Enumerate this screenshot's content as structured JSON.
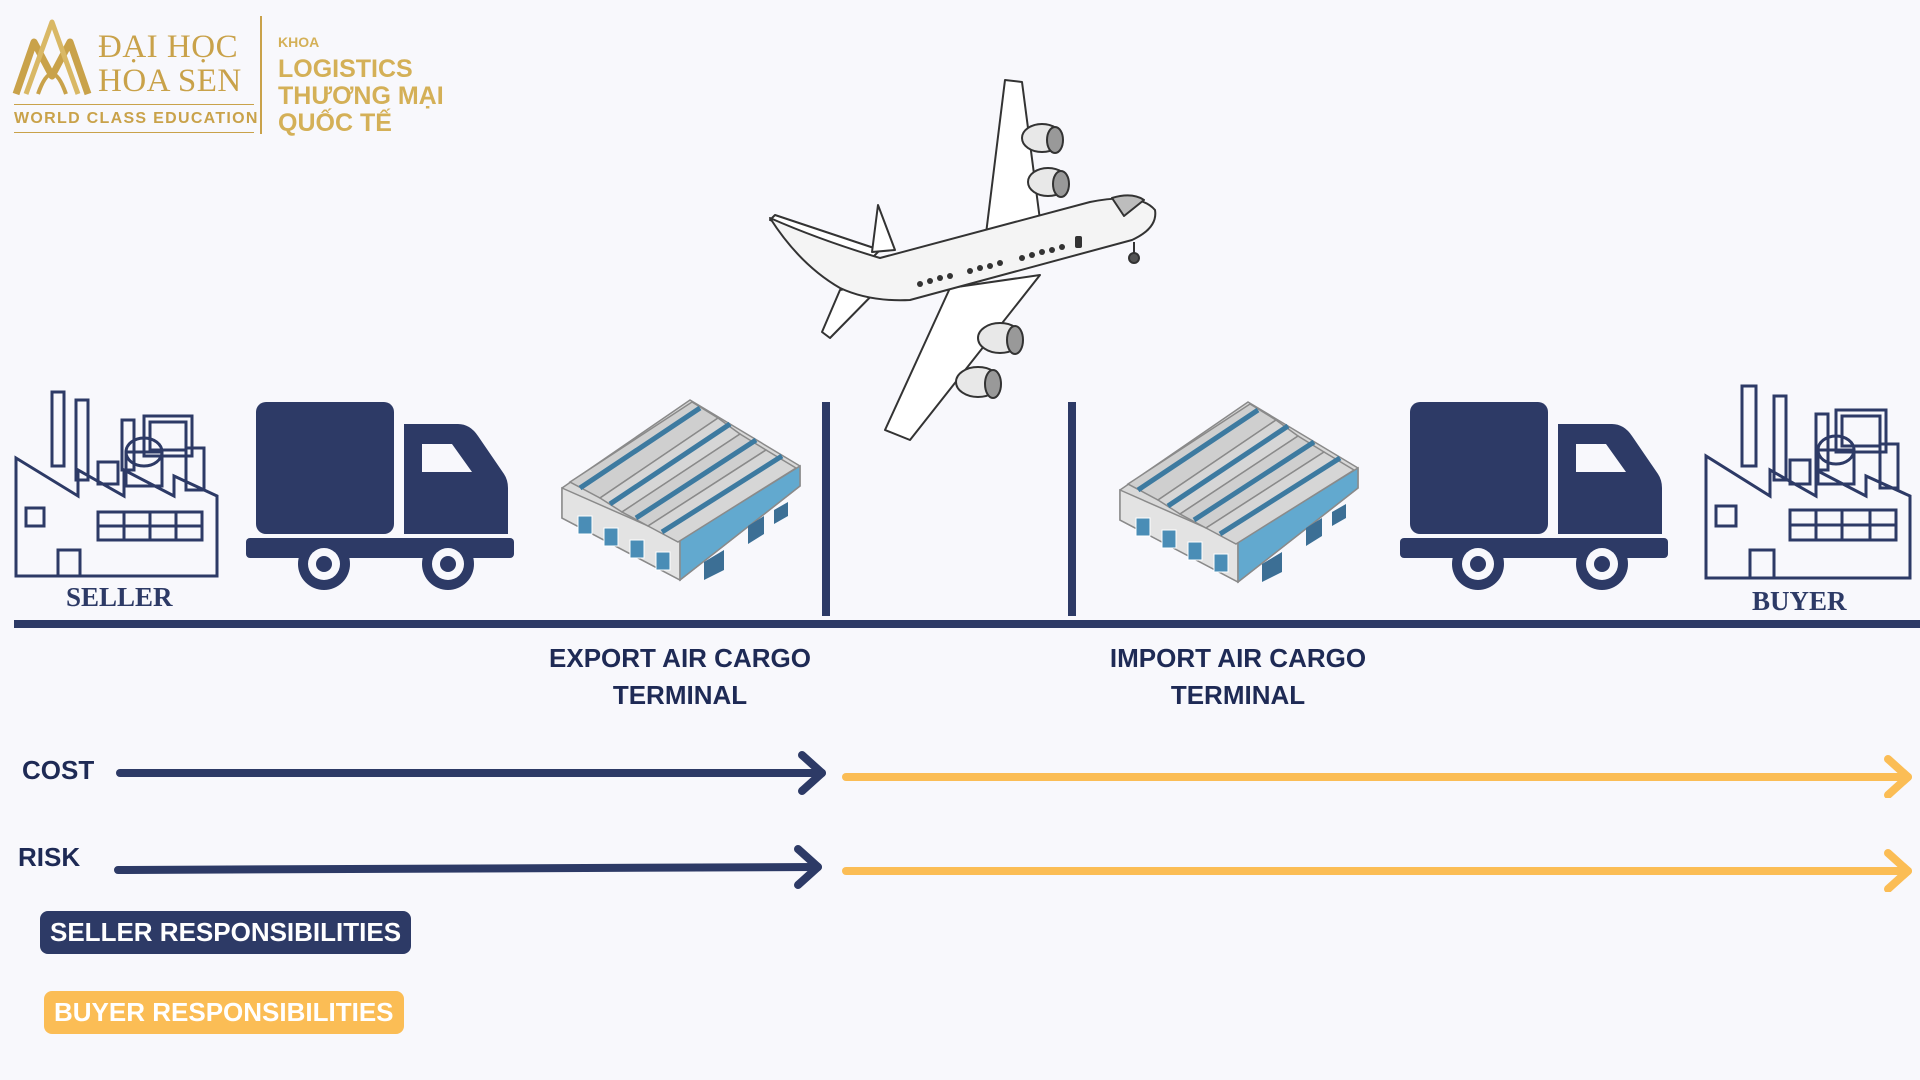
{
  "logo": {
    "university_line1": "ĐẠI HỌC",
    "university_line2": "HOA SEN",
    "tagline": "WORLD CLASS EDUCATION",
    "faculty_prefix": "KHOA",
    "faculty_line1": "LOGISTICS",
    "faculty_line2": "THƯƠNG MẠI",
    "faculty_line3": "QUỐC TẾ"
  },
  "parties": {
    "seller": "SELLER",
    "buyer": "BUYER"
  },
  "terminals": {
    "export_line1": "EXPORT AIR CARGO",
    "export_line2": "TERMINAL",
    "import_line1": "IMPORT AIR CARGO",
    "import_line2": "TERMINAL"
  },
  "rows": {
    "cost": "COST",
    "risk": "RISK"
  },
  "legend": {
    "seller": "SELLER RESPONSIBILITIES",
    "buyer": "BUYER RESPONSIBILITIES"
  },
  "colors": {
    "seller_navy": "#2d3a66",
    "buyer_yellow": "#fbbd55",
    "brand_gold": "#c9a24a",
    "background": "#f8f8fc"
  },
  "icons": [
    "factory-icon",
    "truck-icon",
    "warehouse-icon",
    "airplane-icon"
  ]
}
